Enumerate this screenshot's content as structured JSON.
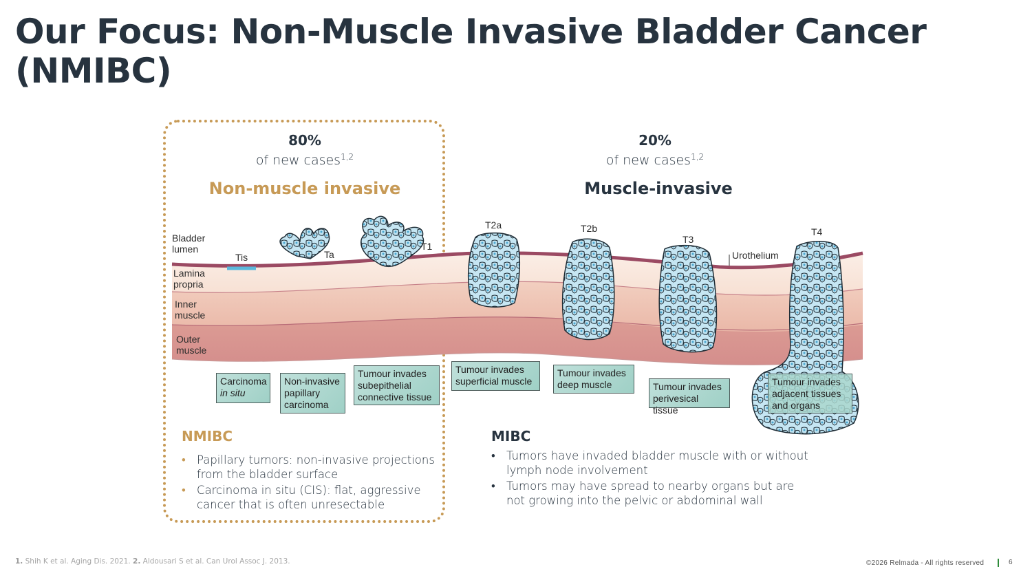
{
  "title": "Our Focus: Non-Muscle Invasive Bladder Cancer (NMIBC)",
  "colors": {
    "accent_gold": "#c79a56",
    "dark_text": "#27333f",
    "urothelium": "#9b4a63",
    "cis_segment": "#5bb8dc",
    "tumor_fill": "#bfe3f1",
    "stage_box": "#a9d6cc",
    "footer_separator": "#2e8b3a"
  },
  "nmibc_panel": {
    "percent": "80%",
    "percent_caption": "of new cases",
    "percent_refs": "1,2",
    "category": "Non-muscle invasive",
    "heading": "NMIBC",
    "bullets": [
      "Papillary tumors: non-invasive projections from the bladder surface",
      "Carcinoma in situ (CIS): flat, aggressive cancer that is often unresectable"
    ]
  },
  "mibc_panel": {
    "percent": "20%",
    "percent_caption": "of new cases",
    "percent_refs": "1,2",
    "category": "Muscle-invasive",
    "heading": "MIBC",
    "bullets": [
      "Tumors have invaded bladder muscle with or without lymph node involvement",
      "Tumors may have spread to nearby organs but are not growing into the pelvic or abdominal wall"
    ]
  },
  "diagram": {
    "layers": [
      {
        "name": "Bladder lumen",
        "line1": "Bladder",
        "line2": "lumen"
      },
      {
        "name": "Lamina propria",
        "line1": "Lamina",
        "line2": "propria"
      },
      {
        "name": "Inner muscle",
        "line1": "Inner",
        "line2": "muscle"
      },
      {
        "name": "Outer muscle",
        "line1": "Outer",
        "line2": "muscle"
      }
    ],
    "urothelium_label": "Urothelium",
    "stages": [
      {
        "code": "Tis",
        "description_line1": "Carcinoma",
        "description_line2": "in situ",
        "description_line3": ""
      },
      {
        "code": "Ta",
        "description_line1": "Non-invasive",
        "description_line2": "papillary",
        "description_line3": "carcinoma"
      },
      {
        "code": "T1",
        "description_line1": "Tumour invades",
        "description_line2": "subepithelial",
        "description_line3": "connective tissue"
      },
      {
        "code": "T2a",
        "description_line1": "Tumour invades",
        "description_line2": "superficial muscle",
        "description_line3": ""
      },
      {
        "code": "T2b",
        "description_line1": "Tumour invades",
        "description_line2": "deep muscle",
        "description_line3": ""
      },
      {
        "code": "T3",
        "description_line1": "Tumour invades",
        "description_line2": "perivesical tissue",
        "description_line3": ""
      },
      {
        "code": "T4",
        "description_line1": "Tumour invades",
        "description_line2": "adjacent tissues",
        "description_line3": "and organs"
      }
    ]
  },
  "footer": {
    "ref1_num": "1.",
    "ref1_text": "Shih K et al. Aging Dis. 2021.",
    "ref2_num": "2.",
    "ref2_text": "Aldousari S et al. Can Urol Assoc J. 2013.",
    "copyright": "©2026 Relmada - All rights reserved",
    "page_number": "6"
  }
}
